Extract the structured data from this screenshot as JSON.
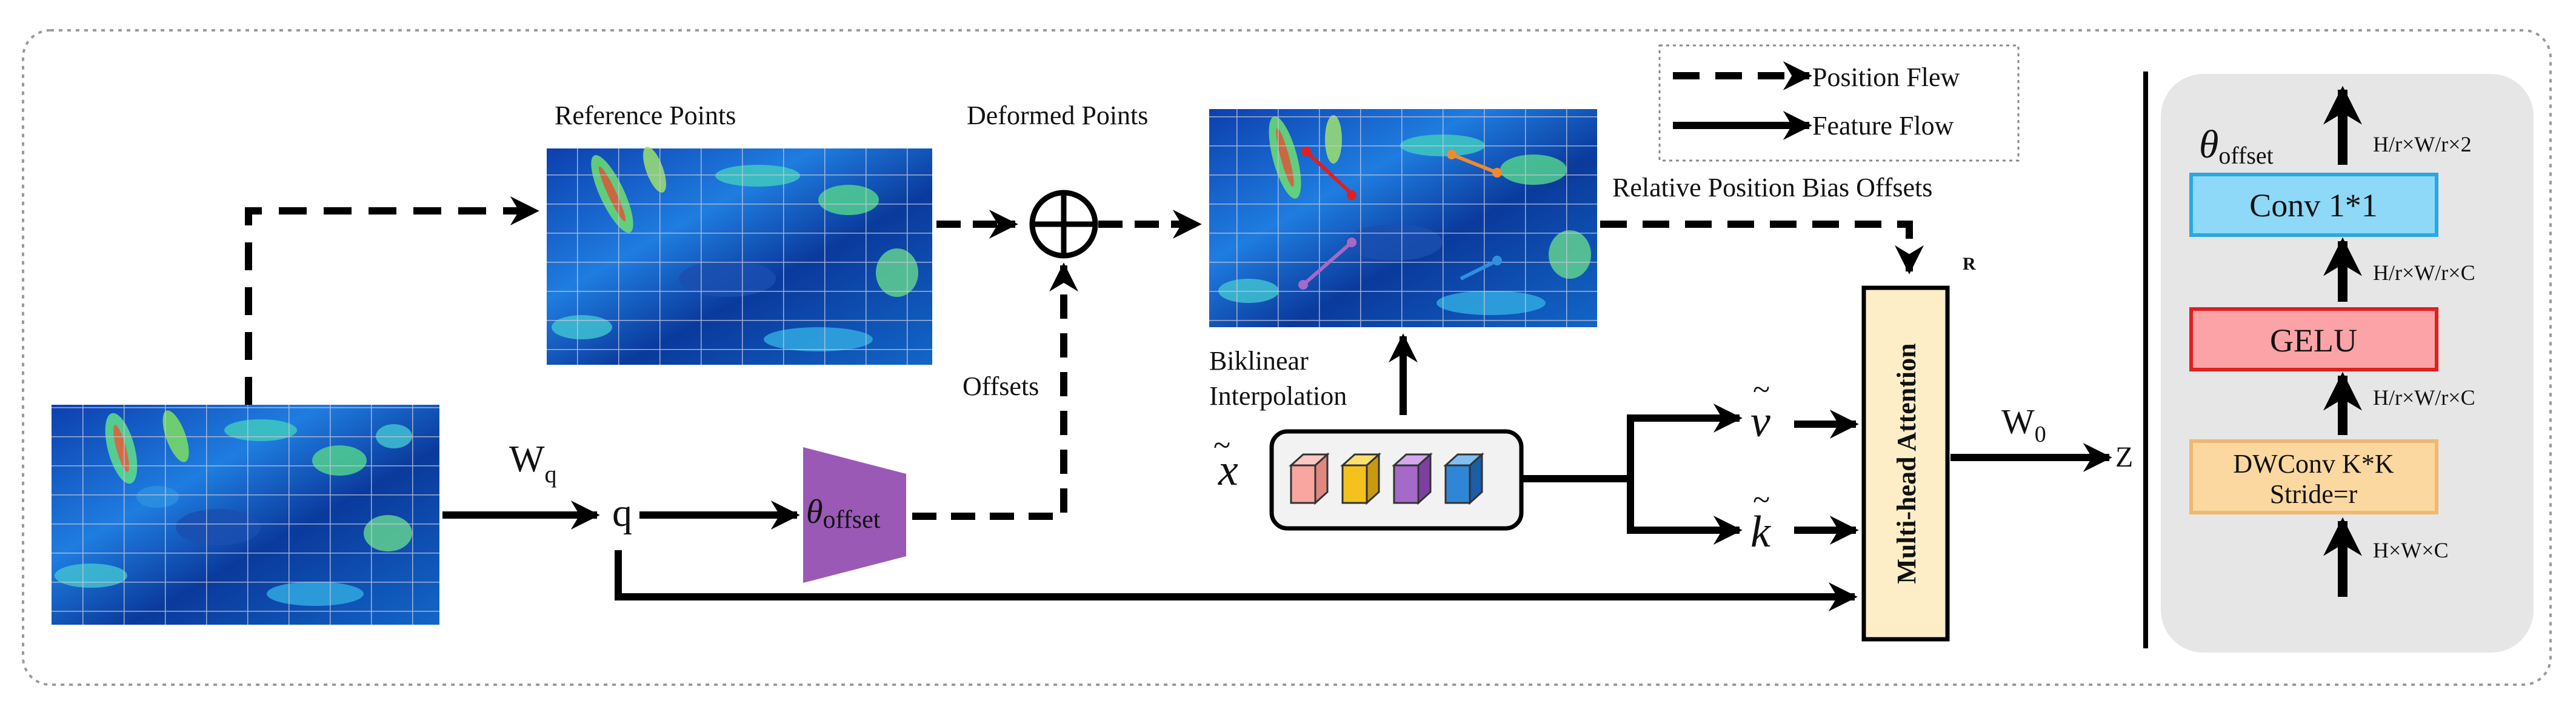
{
  "legend": {
    "position_label": "Position Flew",
    "feature_label": "Feature Flow"
  },
  "labels": {
    "reference_points": "Reference Points",
    "deformed_points": "Deformed Points",
    "relative_position_bias_offsets": "Relative Position Bias Offsets",
    "offsets": "Offsets",
    "biklinear_1": "Biklinear",
    "biklinear_2": "Interpolation",
    "w_q_base": "W",
    "w_q_sub": "q",
    "q": "q",
    "theta_symbol": "θ",
    "theta_sub": "offset",
    "x_tilde": "x",
    "v_tilde": "v",
    "k_tilde": "k",
    "mha": "Multi-head Attention",
    "r_mark": "R",
    "w0_base": "W",
    "w0_sub": "0",
    "z": "Z",
    "tilde": "~"
  },
  "side_panel": {
    "theta_symbol": "θ",
    "theta_sub": "offset",
    "conv": "Conv 1*1",
    "gelu": "GELU",
    "dwconv_1": "DWConv K*K",
    "dwconv_2": "Stride=r",
    "dim_top": "H/r×W/r×2",
    "dim_conv_gelu": "H/r×W/r×C",
    "dim_gelu_dw": "H/r×W/r×C",
    "dim_input": "H×W×C"
  },
  "colors": {
    "conv": "#8ed8f8",
    "conv_border": "#29a8e0",
    "gelu": "#fba3a6",
    "gelu_border": "#e02020",
    "dwconv": "#fbd8a0",
    "dwconv_border": "#f0b870",
    "mha": "#fdeec8",
    "trapezoid": "#9b59b6",
    "panel_bg": "#e6e6e6",
    "token_colors": [
      "#f9a5a0",
      "#f4c21c",
      "#a569c8",
      "#2f86d6"
    ]
  }
}
